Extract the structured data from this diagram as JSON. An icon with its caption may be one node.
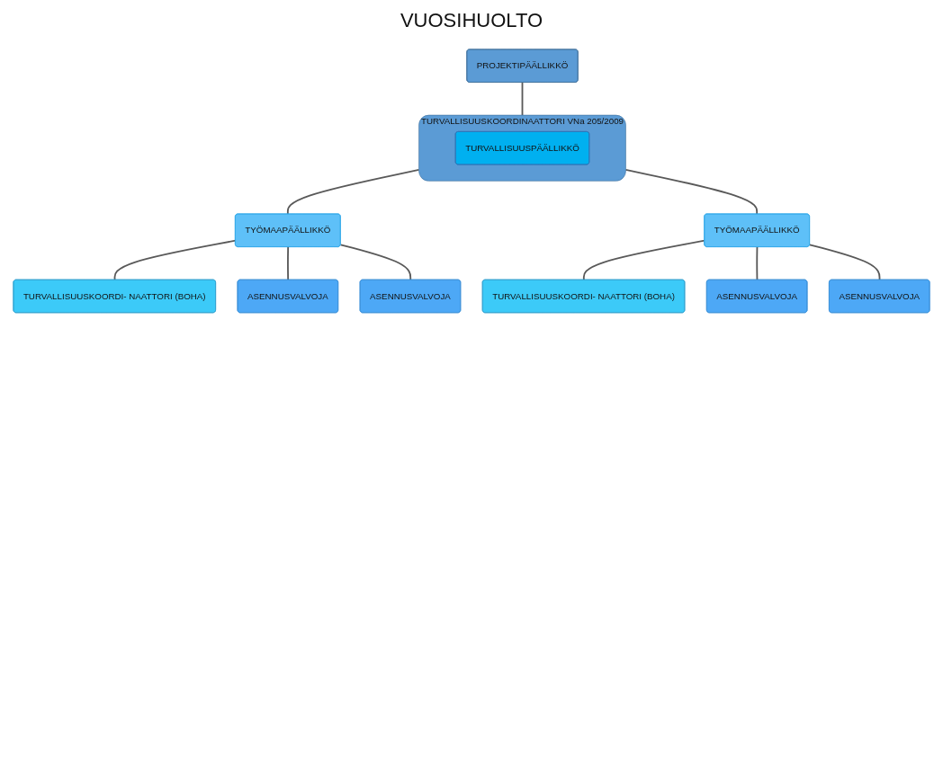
{
  "diagram": {
    "title": "VUOSIHUOLTO",
    "nodes": [
      {
        "text": [
          "PROJEKTIPÄÄLLIKKÖ"
        ]
      },
      {
        "text": [
          "TURVALLISUUSKOORDINAATTORI VNa 205/2009"
        ]
      },
      {
        "text": [
          "TURVALLISUUSPÄÄLLIKKÖ"
        ],
        "in": 1
      },
      {
        "text": [
          "TURVALLISUUSKOORDI- NAATTORI (BOHA)"
        ]
      },
      {
        "text": [
          "TYÖMAAPÄÄLLIKKÖ"
        ]
      },
      {
        "text": [
          "TYÖMAAPÄÄLLIKKÖ"
        ]
      },
      {
        "text": [
          "TURVALLISUUSKOORDI- NAATTORI (BOHA)"
        ]
      },
      {
        "text": [
          "ASENNUSVALVOJA"
        ]
      },
      {
        "text": [
          "ASENNUSVALVOJA"
        ]
      },
      {
        "text": [
          "ASENNUSVALVOJA"
        ]
      },
      {
        "text": [
          "ASENNUSVALVOJA"
        ]
      }
    ],
    "edges": [
      {
        "from": 0,
        "to": 1,
        "arrow": "none"
      },
      {
        "from": 1,
        "to": 4,
        "arrow": "none"
      },
      {
        "from": 1,
        "to": 5,
        "arrow": "none"
      },
      {
        "from": 4,
        "to": 3,
        "arrow": "none"
      },
      {
        "from": 5,
        "to": 6,
        "arrow": "none"
      },
      {
        "from": 4,
        "to": 7,
        "arrow": "none"
      },
      {
        "from": 4,
        "to": 8,
        "arrow": "none"
      },
      {
        "from": 5,
        "to": 9,
        "arrow": "none"
      },
      {
        "from": 5,
        "to": 10,
        "arrow": "none"
      }
    ]
  }
}
